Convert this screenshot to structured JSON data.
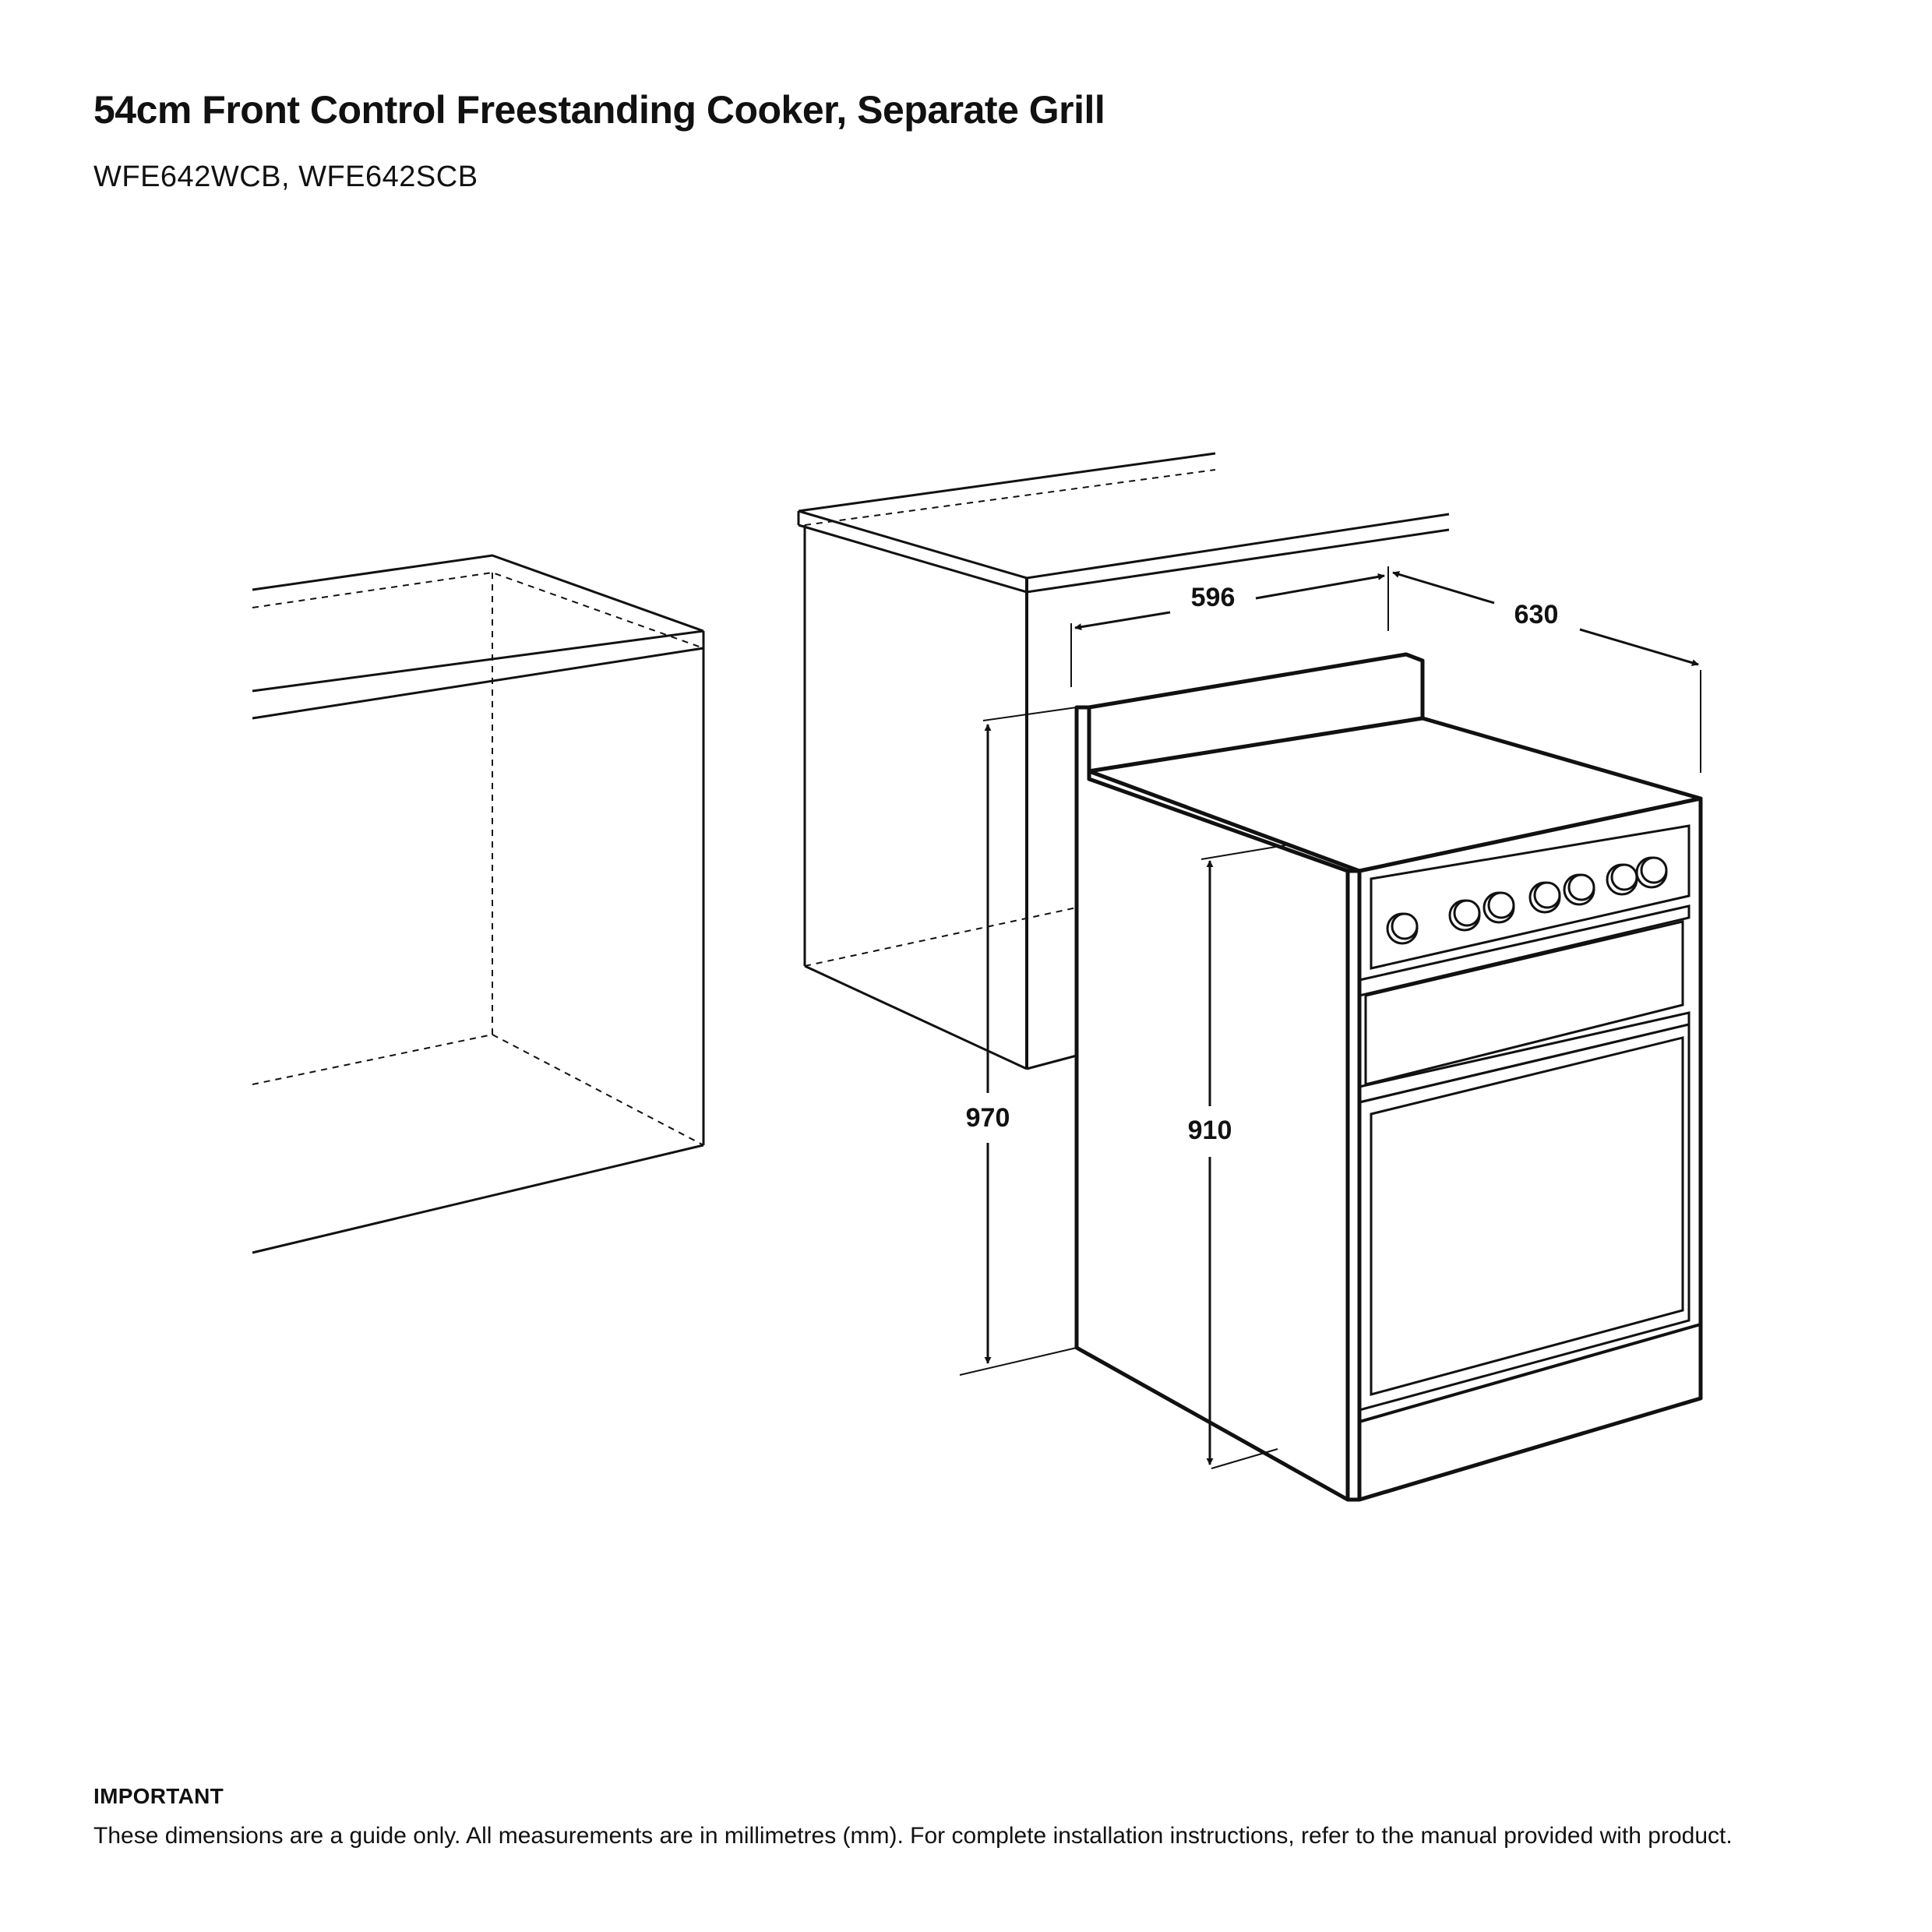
{
  "header": {
    "title": "54cm Front Control Freestanding Cooker, Separate Grill",
    "models": "WFE642WCB, WFE642SCB"
  },
  "diagram": {
    "dimensions": {
      "width": "596",
      "depth": "630",
      "overall_height": "970",
      "body_height": "910"
    }
  },
  "note": {
    "heading": "IMPORTANT",
    "text": "These dimensions are a guide only. All measurements are in millimetres (mm). For complete installation instructions, refer to the manual provided with product."
  }
}
